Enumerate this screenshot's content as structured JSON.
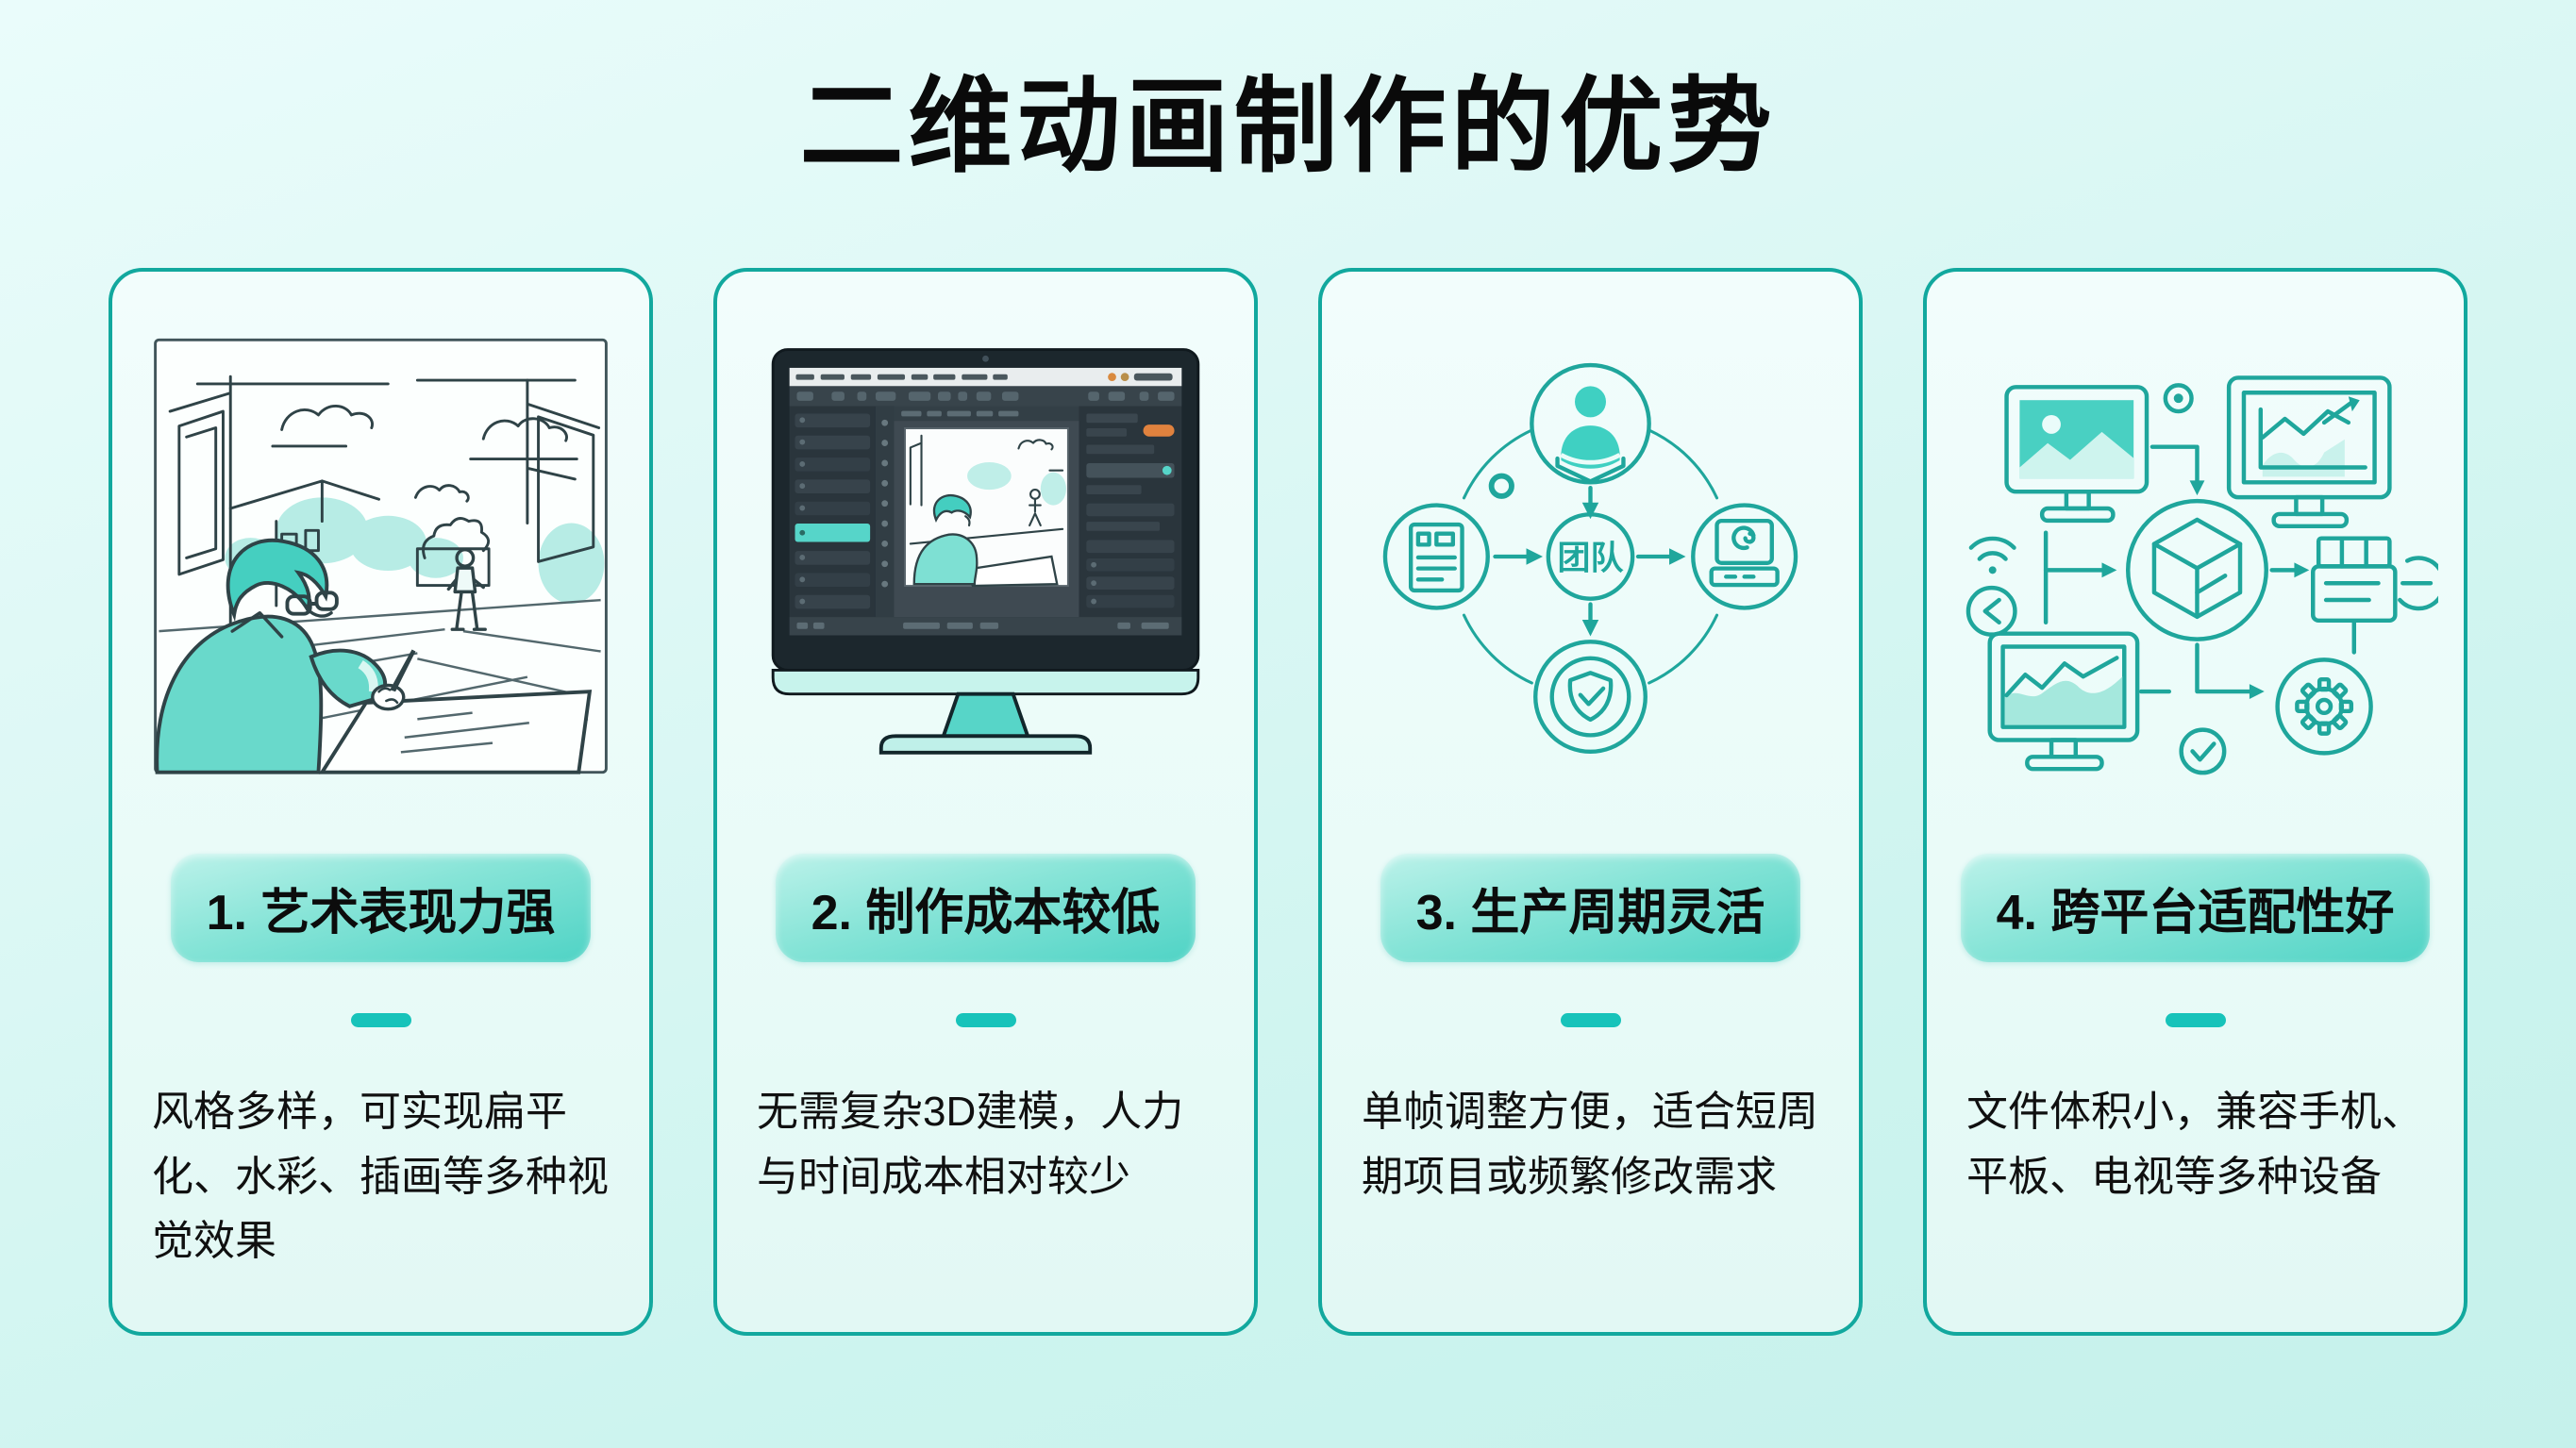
{
  "page": {
    "title": "二维动画制作的优势"
  },
  "colors": {
    "page_background": "#d6f6f2",
    "card_border": "#12a89e",
    "pill_gradient_start": "#bcf2ea",
    "pill_gradient_end": "#4fd3c5",
    "divider": "#17c3ba",
    "ink_text": "#0c0c0c",
    "line_art_teal": "#1fa69c",
    "sketch_ink": "#2f4347",
    "sketch_teal_fill": "#45cfc0",
    "ui_accent_orange": "#e0823e",
    "monitor_dark": "#1c272d",
    "monitor_chin": "#c7f3ec"
  },
  "cards": [
    {
      "heading": "1. 艺术表现力强",
      "description": "风格多样，可实现扁平化、水彩、插画等多种视觉效果",
      "illustration": "artist-sketching-street-scene"
    },
    {
      "heading": "2. 制作成本较低",
      "description": "无需复杂3D建模，人力与时间成本相对较少",
      "illustration": "animation-software-on-desktop-monitor"
    },
    {
      "heading": "3. 生产周期灵活",
      "description": "单帧调整方便，适合短周期项目或频繁修改需求",
      "illustration": "team-workflow-cycle-diagram",
      "center_label": "团队"
    },
    {
      "heading": "4. 跨平台适配性好",
      "description": "文件体积小，兼容手机、平板、电视等多种设备",
      "illustration": "multi-device-compatibility-diagram"
    }
  ]
}
